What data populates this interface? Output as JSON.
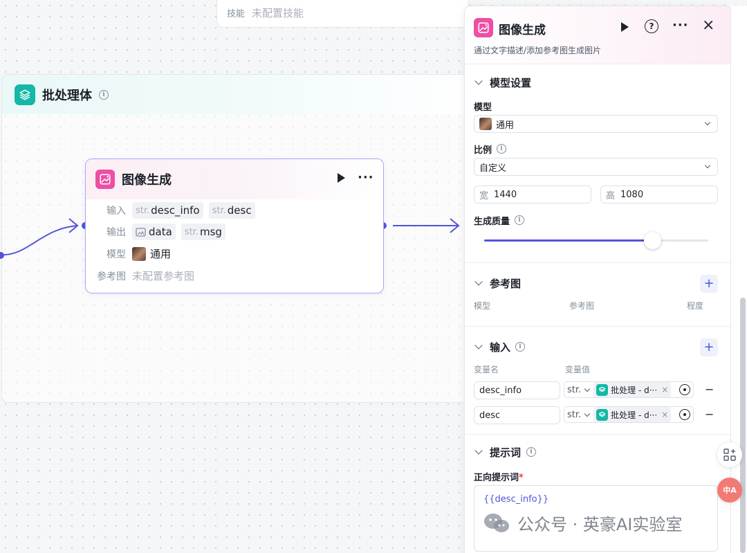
{
  "skill_card": {
    "label": "技能",
    "value": "未配置技能"
  },
  "batch": {
    "title": "批处理体"
  },
  "node": {
    "title": "图像生成",
    "input_label": "输入",
    "inputs": [
      {
        "type": "str.",
        "name": "desc_info"
      },
      {
        "type": "str.",
        "name": "desc"
      }
    ],
    "output_label": "输出",
    "outputs": [
      {
        "type": "image",
        "name": "data"
      },
      {
        "type": "str.",
        "name": "msg"
      }
    ],
    "model_label": "模型",
    "model_value": "通用",
    "ref_label": "参考图",
    "ref_value": "未配置参考图"
  },
  "panel": {
    "title": "图像生成",
    "description": "通过文字描述/添加参考图生成图片",
    "model_section": {
      "title": "模型设置",
      "model_label": "模型",
      "model_value": "通用",
      "ratio_label": "比例",
      "ratio_value": "自定义",
      "width_label": "宽",
      "width_value": "1440",
      "height_label": "高",
      "height_value": "1080",
      "quality_label": "生成质量",
      "quality_level": 0.75
    },
    "ref_section": {
      "title": "参考图",
      "columns": [
        "模型",
        "参考图",
        "程度"
      ]
    },
    "input_section": {
      "title": "输入",
      "col_name": "变量名",
      "col_value": "变量值",
      "rows": [
        {
          "name": "desc_info",
          "type": "str.",
          "ref": "批处理 - d···"
        },
        {
          "name": "desc",
          "type": "str.",
          "ref": "批处理 - d···"
        }
      ]
    },
    "prompt_section": {
      "title": "提示词",
      "positive_label": "正向提示词",
      "required_mark": "*",
      "prompt_value": "{{desc_info}}"
    }
  },
  "watermark": {
    "text": "公众号 · 英豪AI实验室"
  },
  "colors": {
    "accent": "#4f54d9",
    "teal": "#14b8a6",
    "pink": "#ec4fa3"
  }
}
